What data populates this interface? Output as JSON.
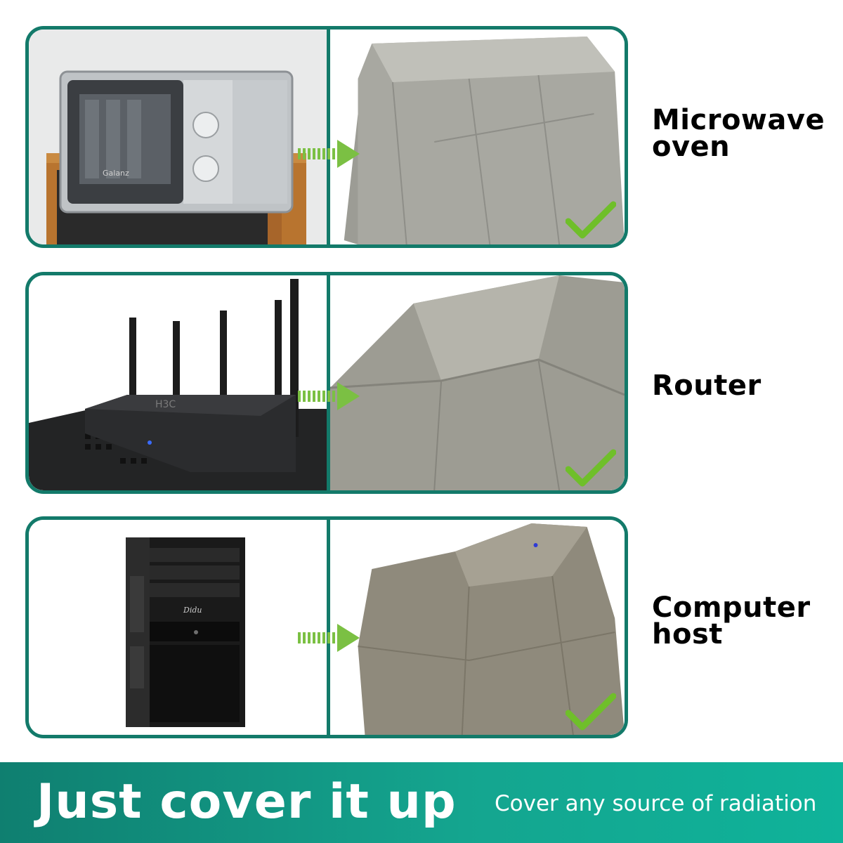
{
  "rows": [
    {
      "label_line1": "Microwave",
      "label_line2": "oven",
      "left_icon": "microwave-image",
      "right_icon": "covered-microwave-image"
    },
    {
      "label_line1": "Router",
      "label_line2": "",
      "left_icon": "router-image",
      "right_icon": "covered-router-image"
    },
    {
      "label_line1": "Computer",
      "label_line2": "host",
      "left_icon": "computer-tower-image",
      "right_icon": "covered-computer-image"
    }
  ],
  "product_text": {
    "microwave_brand": "Galanz",
    "router_brand": "H3C",
    "computer_brand": "Didu"
  },
  "banner": {
    "title": "Just cover it up",
    "subtitle": "Cover any source of radiation"
  },
  "colors": {
    "frame": "#137a6a",
    "arrow": "#7bc043",
    "check": "#6fbf2a",
    "banner_start": "#0f7f70",
    "banner_end": "#0fb39a"
  }
}
